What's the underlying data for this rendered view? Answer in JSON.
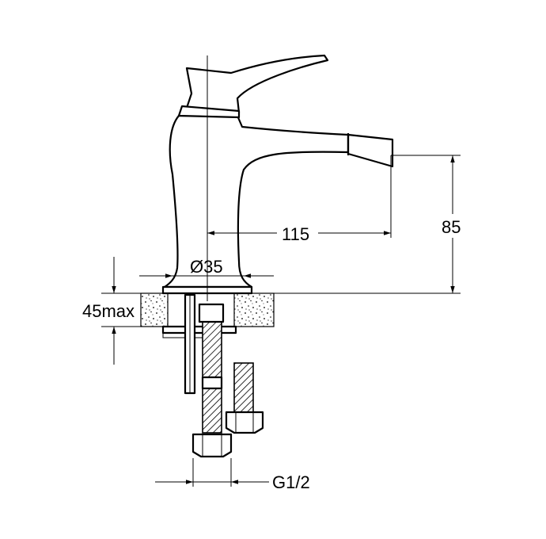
{
  "dimensions": {
    "spout_reach": "115",
    "outlet_height": "85",
    "body_diameter": "Ø35",
    "deck_thickness": "45max",
    "connection_thread": "G1/2"
  }
}
